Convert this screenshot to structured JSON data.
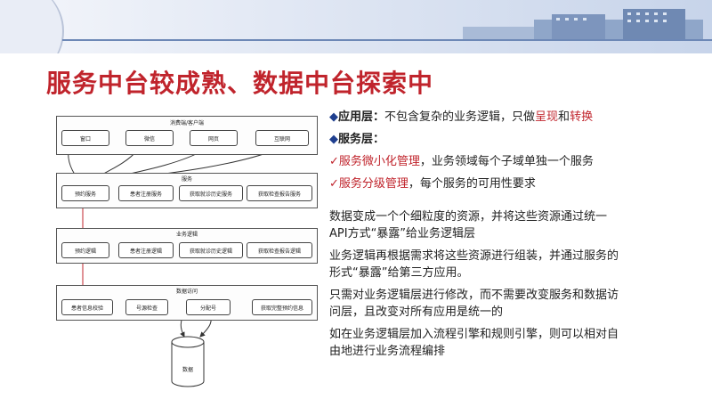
{
  "title": "服务中台较成熟、数据中台探索中",
  "diagram": {
    "layer_client": {
      "title": "消费端/客户端",
      "nodes": [
        "窗口",
        "微信",
        "网页",
        "互联网"
      ]
    },
    "layer_service": {
      "title": "服务",
      "nodes": [
        "预约服务",
        "患者注册服务",
        "获取就诊历史服务",
        "获取检查报告服务"
      ]
    },
    "layer_logic": {
      "title": "业务逻辑",
      "nodes": [
        "预约逻辑",
        "患者注册逻辑",
        "获取就诊历史逻辑",
        "获取检查报告逻辑"
      ]
    },
    "layer_data": {
      "title": "数据访问",
      "nodes": [
        "患者信息校验",
        "号源检查",
        "分配号",
        "获取完整预约信息"
      ]
    },
    "db_label": "数据"
  },
  "text": {
    "app_layer": {
      "marker": "◆",
      "label": "应用层：",
      "pre": "不包含复杂的业务逻辑，只做",
      "hl1": "呈现",
      "mid": "和",
      "hl2": "转换"
    },
    "service_layer": {
      "marker": "◆",
      "label": "服务层："
    },
    "check1": {
      "marker": "✓",
      "hl": "服务微小化管理",
      "rest": "，业务领域每个子域单独一个服务"
    },
    "check2": {
      "marker": "✓",
      "hl": "服务分级管理",
      "rest": "，每个服务的可用性要求"
    },
    "para1a": "数据变成一个个细粒度的资源，并将这些资源通过统一",
    "para1b": "API方式“暴露”给业务逻辑层",
    "para2a": "业务逻辑再根据需求将这些资源进行组装，并通过服务的",
    "para2b": "形式“暴露”给第三方应用。",
    "para3a": "只需对业务逻辑层进行修改，而不需要改变服务和数据访",
    "para3b": "问层，且改变对所有应用是统一的",
    "para4a": "如在业务逻辑层加入流程引擎和规则引擎，则可以相对自",
    "para4b": "由地进行业务流程编排"
  },
  "colors": {
    "title": "#c0242c",
    "diamond": "#1f3f8f",
    "highlight": "#c0242c",
    "banner_rule": "#6d88b6"
  }
}
